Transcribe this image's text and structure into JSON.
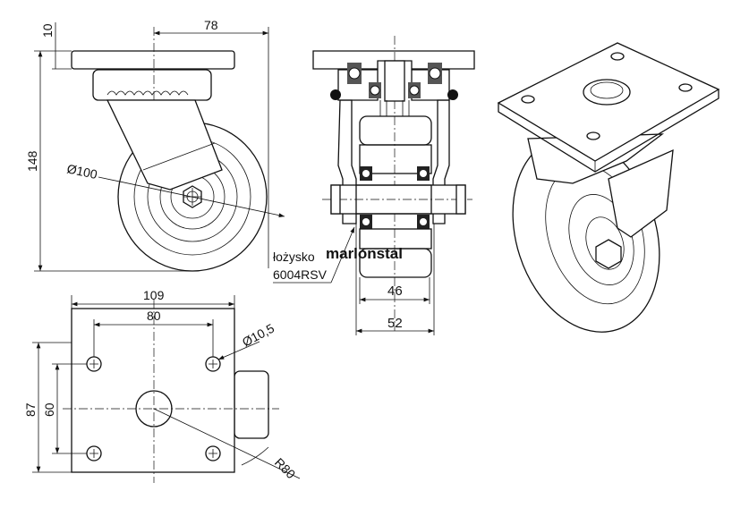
{
  "side_view": {
    "dim_plate_thickness": "10",
    "dim_offset": "78",
    "dim_height": "148",
    "dim_wheel_diameter": "Ø100"
  },
  "plan_view": {
    "dim_plate_width": "109",
    "dim_hole_spacing_x": "80",
    "dim_hole_diameter": "Ø10,5",
    "dim_plate_depth": "87",
    "dim_hole_spacing_y": "60",
    "dim_swivel_radius": "R80"
  },
  "section_view": {
    "bearing_label": "łożysko",
    "bearing_code": "6004RSV",
    "dim_wheel_width": "46",
    "dim_fork_width": "52"
  },
  "watermark": "marlonstal"
}
